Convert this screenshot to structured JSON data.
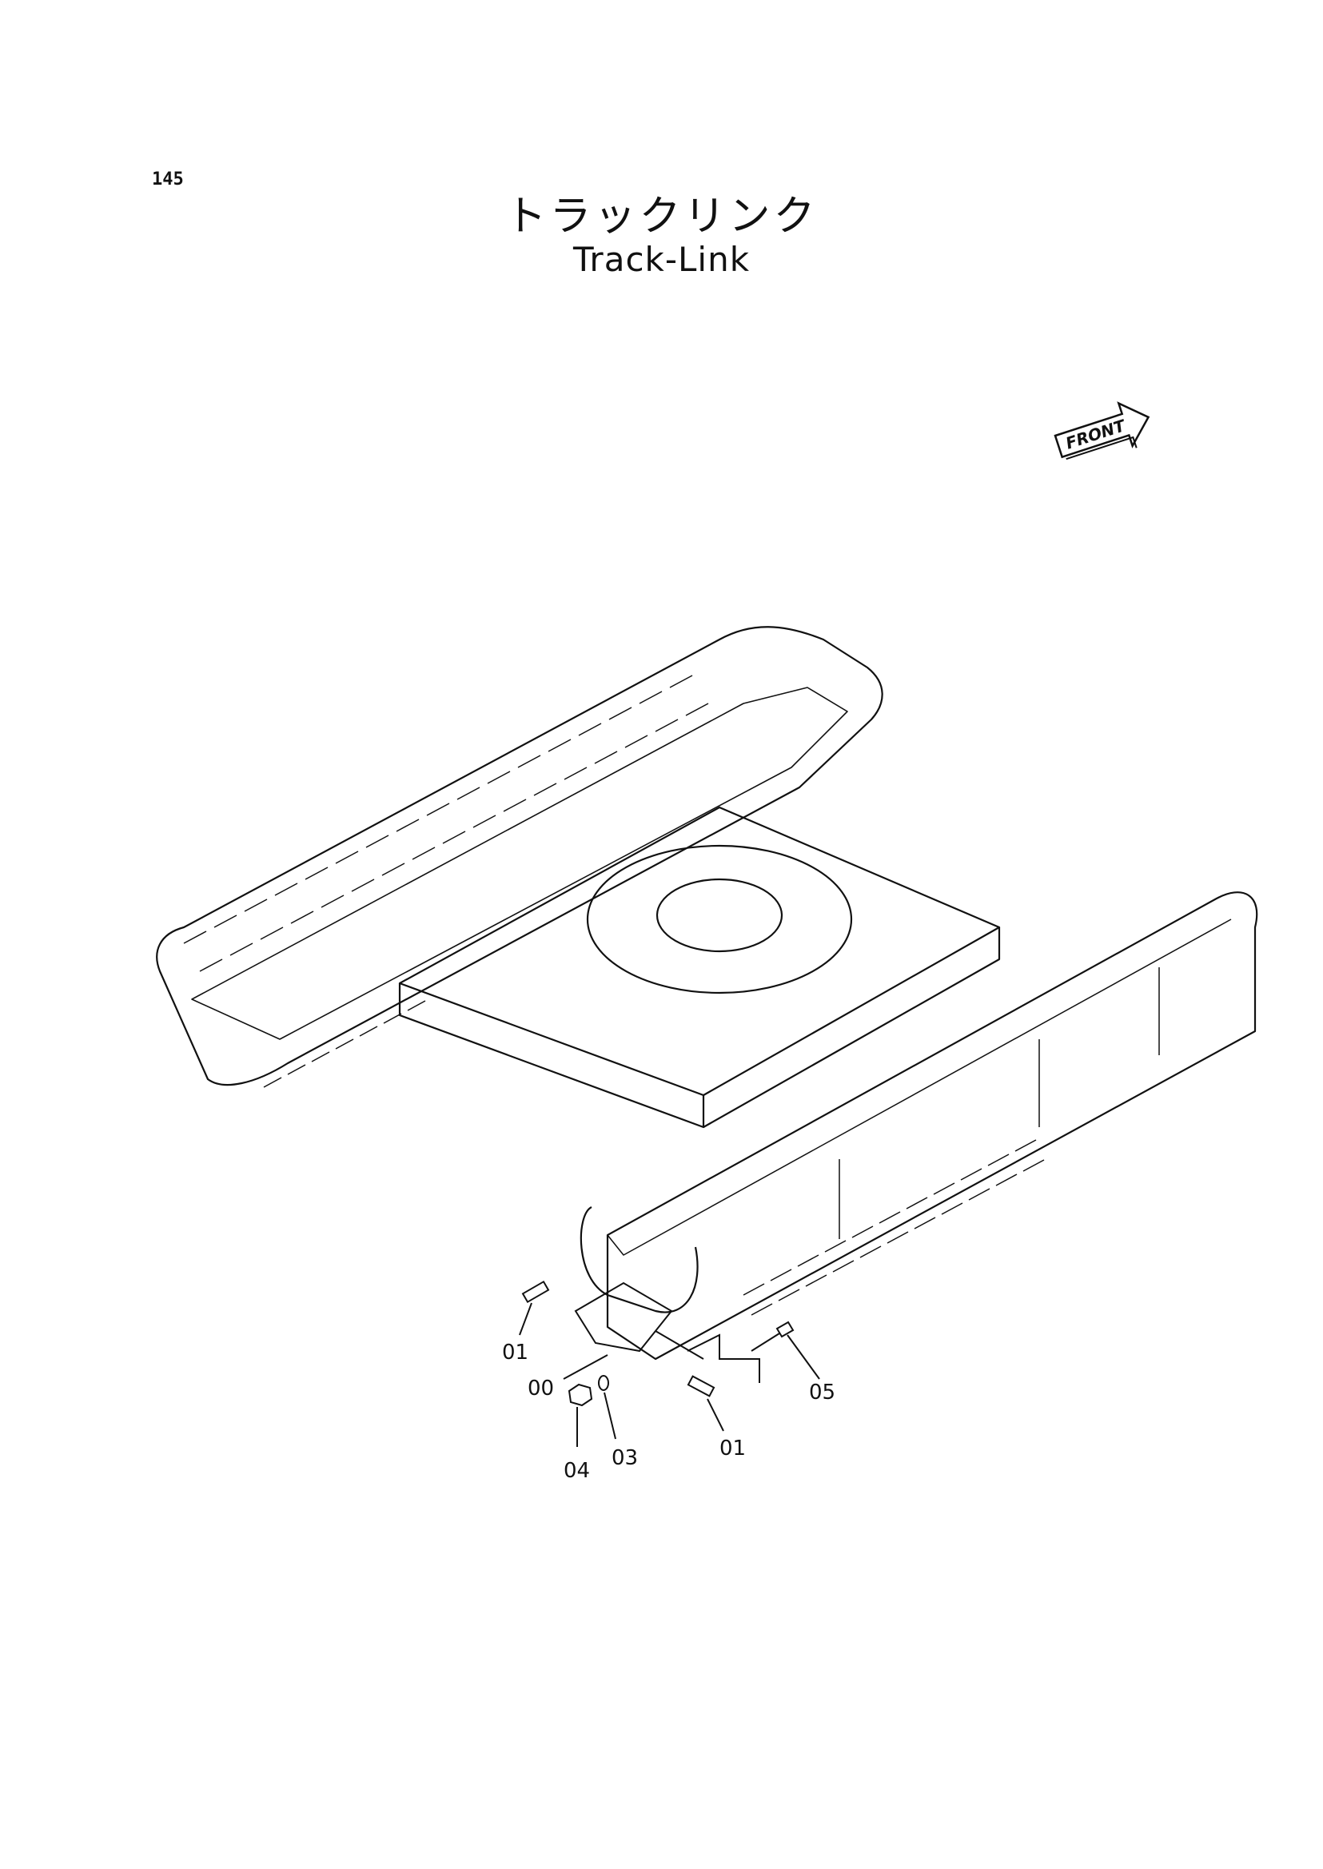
{
  "page": {
    "number": "145",
    "title_jp": "トラックリンク",
    "title_en": "Track-Link"
  },
  "front_indicator": {
    "label": "FRONT"
  },
  "callouts": [
    {
      "id": "c01a",
      "label": "01"
    },
    {
      "id": "c00",
      "label": "00"
    },
    {
      "id": "c05",
      "label": "05"
    },
    {
      "id": "c04",
      "label": "04"
    },
    {
      "id": "c03",
      "label": "03"
    },
    {
      "id": "c01b",
      "label": "01"
    }
  ],
  "colors": {
    "line": "#111111",
    "background": "#ffffff"
  }
}
